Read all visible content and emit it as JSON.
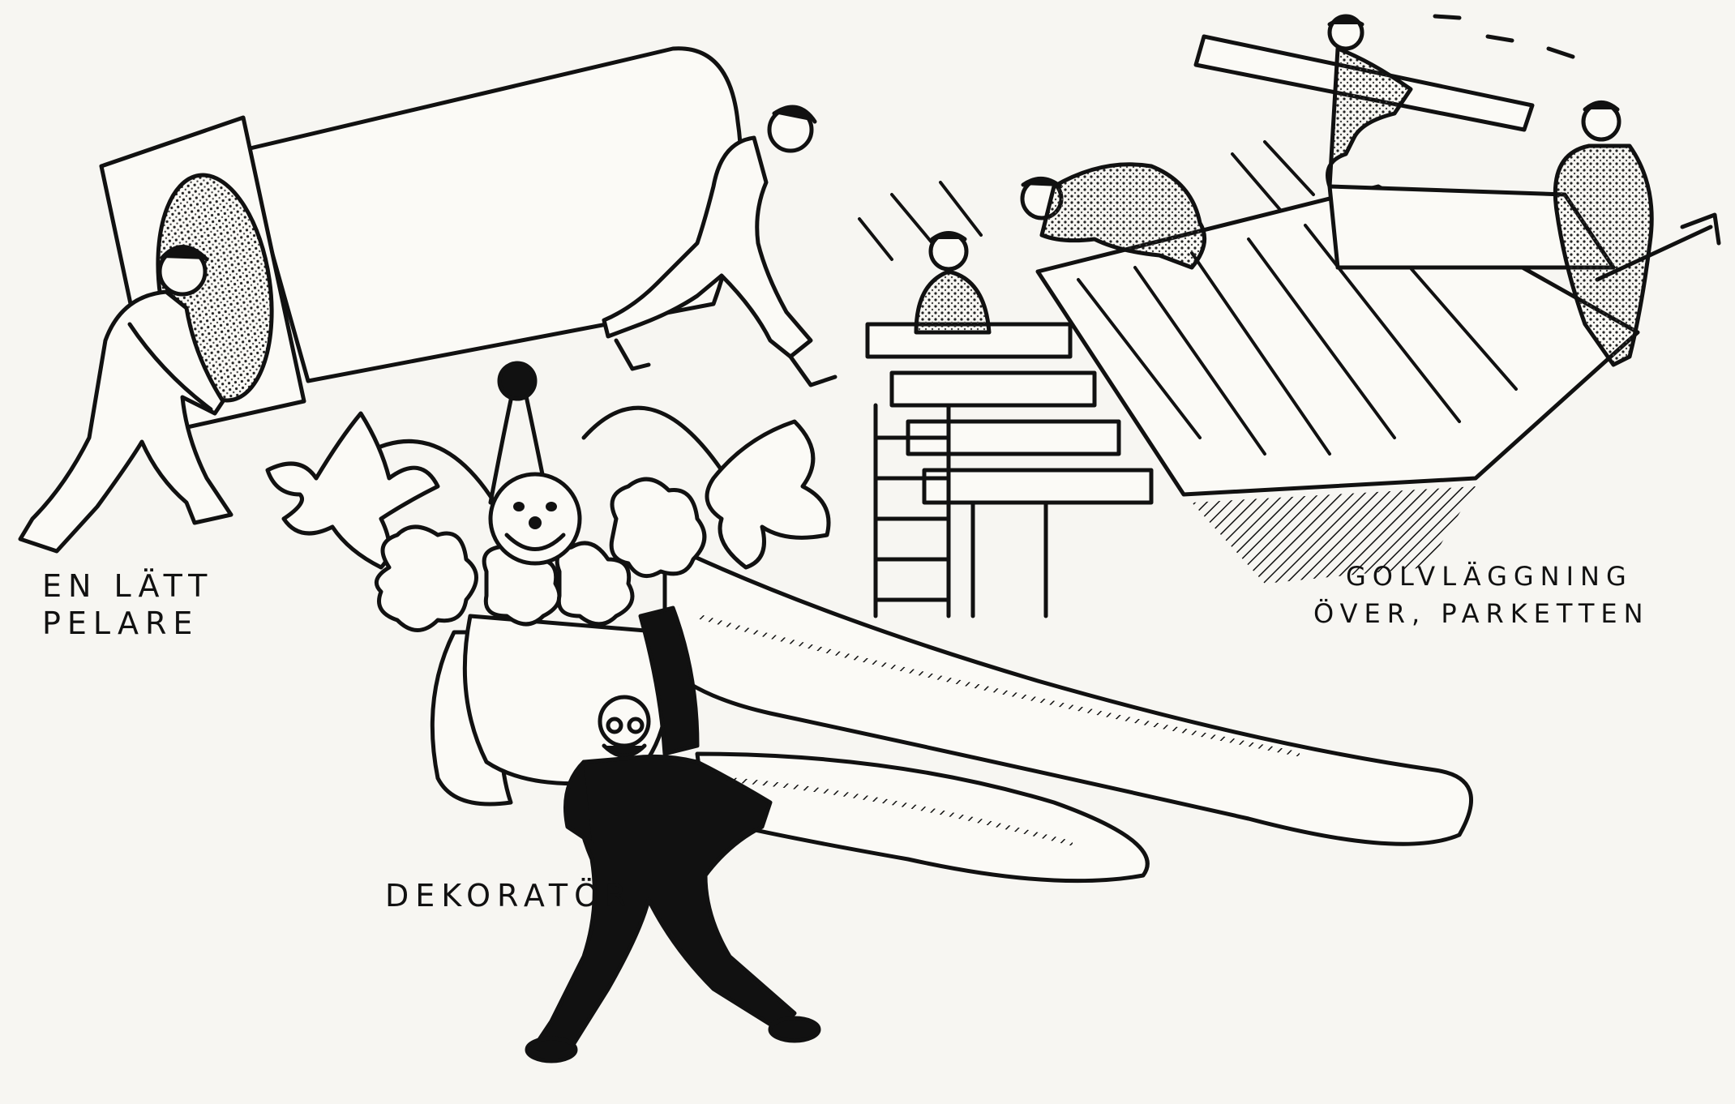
{
  "illustration": {
    "ink": "#111111",
    "paper": "#f7f6f2",
    "captions": {
      "pillar_line1": "EN LÄTT",
      "pillar_line2": "PELARE",
      "floor_line1": "GOLVLÄGGNING",
      "floor_line2": "ÖVER, PARKETTEN",
      "decorator": "DEKORATÖR"
    }
  }
}
